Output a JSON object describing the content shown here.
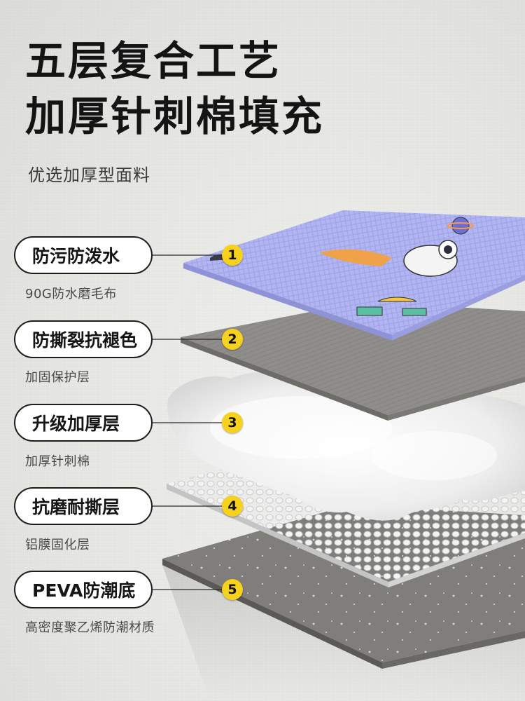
{
  "headline": {
    "line1": "五层复合工艺",
    "line2": "加厚针刺棉填充"
  },
  "subtitle": "优选加厚型面料",
  "layers": [
    {
      "number": "1",
      "name": "防污防泼水",
      "material": "90G防水磨毛布"
    },
    {
      "number": "2",
      "name": "防撕裂抗褪色",
      "material": "加固保护层"
    },
    {
      "number": "3",
      "name": "升级加厚层",
      "material": "加厚针刺棉"
    },
    {
      "number": "4",
      "name": "抗磨耐撕层",
      "material": "铝膜固化层"
    },
    {
      "number": "5",
      "name": "PEVA防潮底",
      "material": "高密度聚乙烯防潮材质"
    }
  ],
  "colors": {
    "badge": "#f7d21d",
    "top_fabric": "#aab0f2",
    "grey_layer": "#8e8c88",
    "cotton": "#f6f6f6",
    "base": "#7d7b78"
  }
}
